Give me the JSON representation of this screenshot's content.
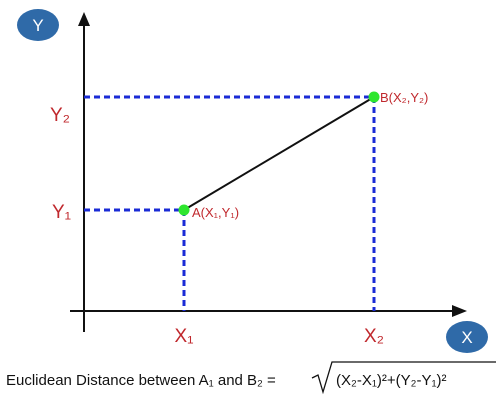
{
  "axes": {
    "y_badge": "Y",
    "x_badge": "X",
    "y_ticks": {
      "y2": "Y₂",
      "y1": "Y₁"
    },
    "x_ticks": {
      "x1": "X₁",
      "x2": "X₂"
    }
  },
  "points": {
    "a": {
      "label": "A(X₁,Y₁)",
      "x": 1,
      "y": 1
    },
    "b": {
      "label": "B(X₂,Y₂)",
      "x": 2,
      "y": 2
    }
  },
  "formula": {
    "prefix": "Euclidean Distance between A₁ and B₂ = ",
    "radicand": "(X₂-X₁)²+(Y₂-Y₁)²"
  },
  "colors": {
    "axis": "#111111",
    "guide": "#1a2bd6",
    "point": "#2ee62e",
    "label": "#c0282d",
    "badge": "#2f6aa8",
    "segment": "#111111"
  }
}
